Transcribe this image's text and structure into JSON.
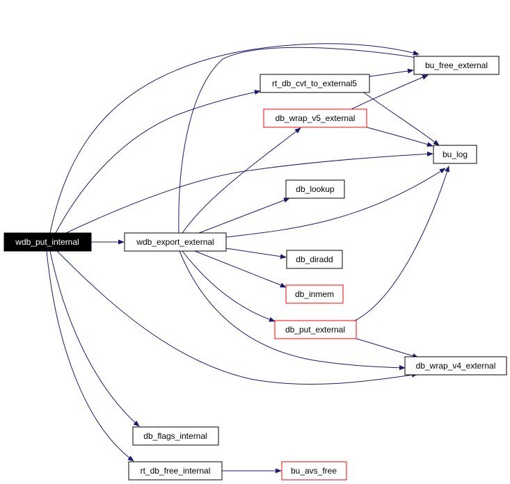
{
  "colors": {
    "edge": "#191970",
    "node_border": "#000000",
    "undocumented_border": "#ff0000",
    "root_fill": "#000000",
    "root_text": "#ffffff"
  },
  "nodes": {
    "wdb_put_internal": "wdb_put_internal",
    "wdb_export_external": "wdb_export_external",
    "rt_db_cvt_to_external5": "rt_db_cvt_to_external5",
    "bu_free_external": "bu_free_external",
    "db_wrap_v5_external": "db_wrap_v5_external",
    "bu_log": "bu_log",
    "db_lookup": "db_lookup",
    "db_diradd": "db_diradd",
    "db_inmem": "db_inmem",
    "db_put_external": "db_put_external",
    "db_wrap_v4_external": "db_wrap_v4_external",
    "db_flags_internal": "db_flags_internal",
    "rt_db_free_internal": "rt_db_free_internal",
    "bu_avs_free": "bu_avs_free"
  }
}
